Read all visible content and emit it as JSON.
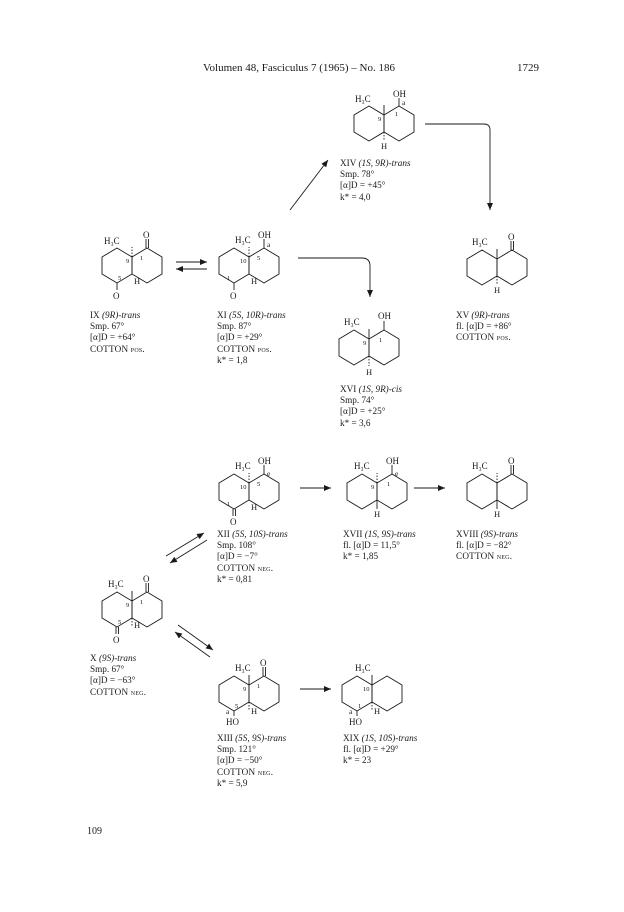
{
  "header": {
    "journal": "Volumen 48, Fasciculus 7 (1965) – No. 186",
    "page": "1729"
  },
  "footer": {
    "sheet_number": "109"
  },
  "labels": {
    "me": "H₃C",
    "oh": "OH",
    "ho": "HO",
    "h": "H",
    "o": "O",
    "a": "a",
    "e": "e",
    "c1": "1",
    "c5": "5",
    "c9": "9",
    "c10": "10"
  },
  "compounds": [
    {
      "id": "IX",
      "name": "IX (9R)-trans",
      "line1": "Smp. 67°",
      "line2": "[α]D = +64°",
      "line3": "COTTON pos.",
      "line4": ""
    },
    {
      "id": "X",
      "name": "X (9S)-trans",
      "line1": "Smp. 67°",
      "line2": "[α]D = −63°",
      "line3": "COTTON neg.",
      "line4": ""
    },
    {
      "id": "XI",
      "name": "XI (5S, 10R)-trans",
      "line1": "Smp. 87°",
      "line2": "[α]D = +29°",
      "line3": "COTTON pos.",
      "line4": "k* = 1,8"
    },
    {
      "id": "XII",
      "name": "XII (5S, 10S)-trans",
      "line1": "Smp. 108°",
      "line2": "[α]D = −7°",
      "line3": "COTTON neg.",
      "line4": "k* = 0,81"
    },
    {
      "id": "XIII",
      "name": "XIII (5S, 9S)-trans",
      "line1": "Smp. 121°",
      "line2": "[α]D = −50°",
      "line3": "COTTON neg.",
      "line4": "k* = 5,9"
    },
    {
      "id": "XIV",
      "name": "XIV (1S, 9R)-trans",
      "line1": "Smp. 78°",
      "line2": "[α]D = +45°",
      "line3": "k* = 4,0",
      "line4": ""
    },
    {
      "id": "XV",
      "name": "XV (9R)-trans",
      "line1": "fl. [α]D = +86°",
      "line2": "COTTON pos.",
      "line3": "",
      "line4": ""
    },
    {
      "id": "XVI",
      "name": "XVI (1S, 9R)-cis",
      "line1": "Smp. 74°",
      "line2": "[α]D = +25°",
      "line3": "k* = 3,6",
      "line4": ""
    },
    {
      "id": "XVII",
      "name": "XVII (1S, 9S)-trans",
      "line1": "fl. [α]D = 11,5°",
      "line2": "k* = 1,85",
      "line3": "",
      "line4": ""
    },
    {
      "id": "XVIII",
      "name": "XVIII (9S)-trans",
      "line1": "fl. [α]D = −82°",
      "line2": "COTTON neg.",
      "line3": "",
      "line4": ""
    },
    {
      "id": "XIX",
      "name": "XIX (1S, 10S)-trans",
      "line1": "fl. [α]D = +29°",
      "line2": "k* = 23",
      "line3": "",
      "line4": ""
    }
  ]
}
